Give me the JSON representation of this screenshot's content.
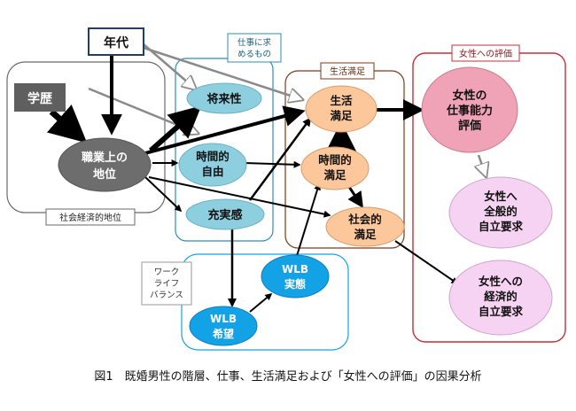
{
  "groups": {
    "socioeconomic": "社会経済的地位",
    "job_wants": [
      "仕事に求",
      "めるもの"
    ],
    "life_satisfaction": "生活満足",
    "women_eval": "女性への評価",
    "work_life_balance": [
      "ワーク",
      "ライフ",
      "バランス"
    ]
  },
  "nodes": {
    "age": "年代",
    "education": "学歴",
    "job_status": [
      "職業上の",
      "地位"
    ],
    "future": "将来性",
    "time_freedom": [
      "時間的",
      "自由"
    ],
    "fulfillment": "充実感",
    "life_sat": [
      "生活",
      "満足"
    ],
    "time_sat": [
      "時間的",
      "満足"
    ],
    "social_sat": [
      "社会的",
      "満足"
    ],
    "women_ability": [
      "女性の",
      "仕事能力",
      "評価"
    ],
    "general_indep": [
      "女性へ",
      "全般的",
      "自立要求"
    ],
    "economic_indep": [
      "女性への",
      "経済的",
      "自立要求"
    ],
    "wlb_actual": [
      "WLB",
      "実態"
    ],
    "wlb_hope": [
      "WLB",
      "希望"
    ]
  },
  "caption": "図1　既婚男性の階層、仕事、生活満足および「女性への評価」の因果分析",
  "colors": {
    "blue_node": "#8ecfdf",
    "orange_node": "#fcc79b",
    "pink_node": "#f0a3b6",
    "lavender_node": "#f6d3f2",
    "wlb_node": "#14a2e6",
    "gray_node": "#6d6d6d",
    "edu_box": "#5f5f5f",
    "blue_frame": "#2e8eb2",
    "brown_frame": "#7a3b1a",
    "red_frame": "#c0303a"
  }
}
